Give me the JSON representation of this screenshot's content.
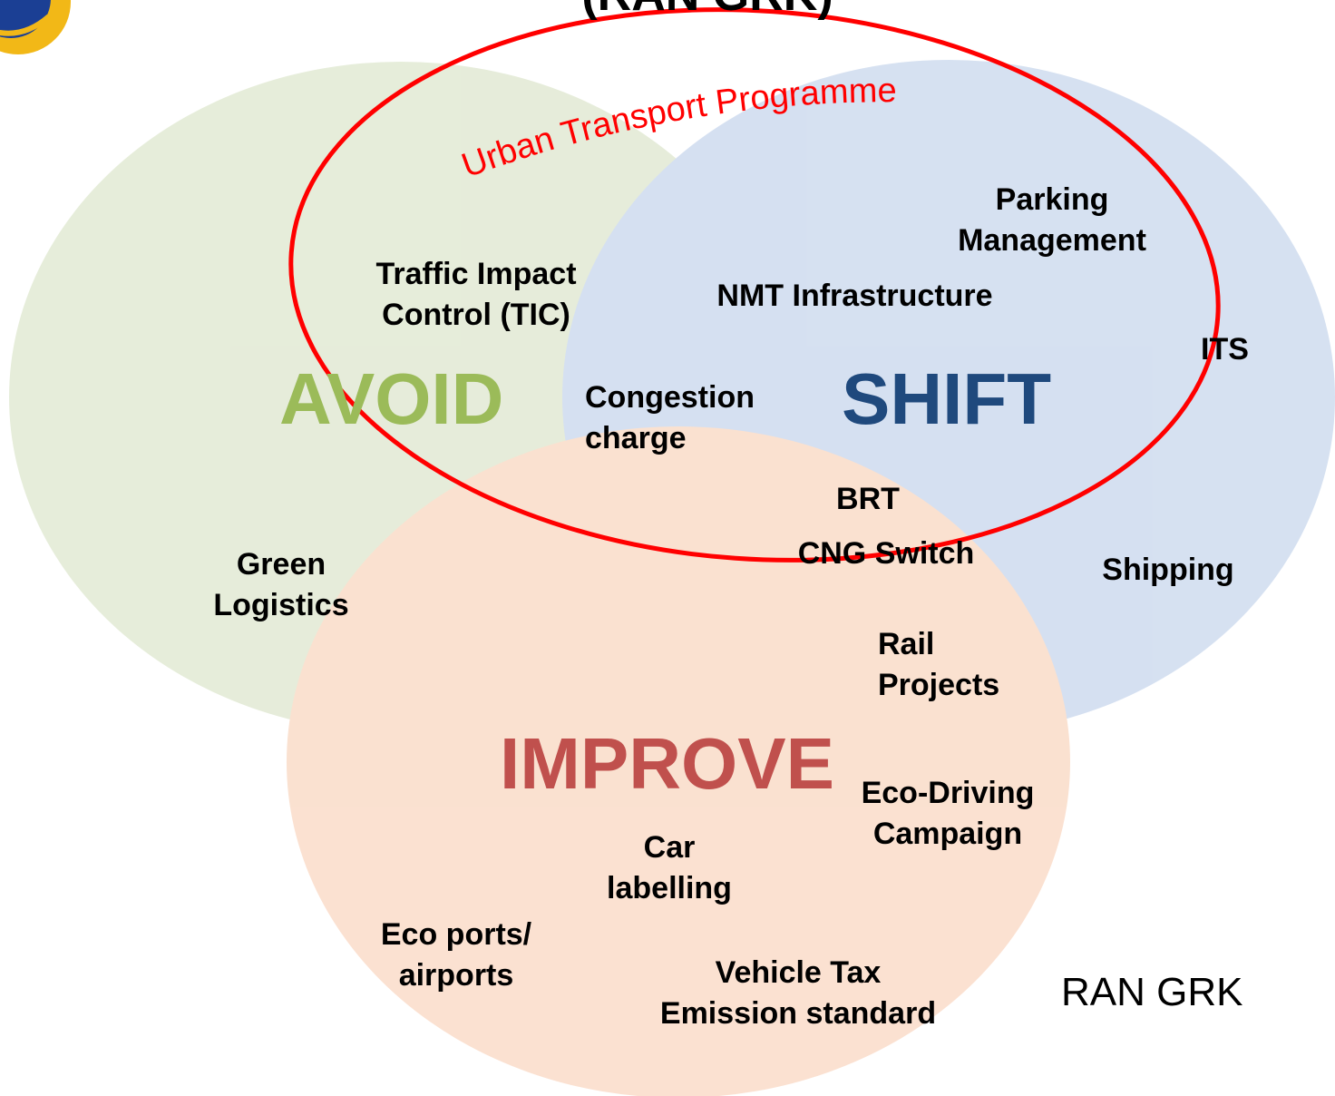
{
  "title_fragment": "(RAN GRK)",
  "colors": {
    "avoid": "#9BBB59",
    "shift": "#1F497D",
    "improve": "#C0504D",
    "highlight": "#FF0000",
    "avoid_fill": "#E4EAD6",
    "shift_fill": "#D7E2F1",
    "improve_fill": "#FBE0D0"
  },
  "categories": {
    "avoid": "AVOID",
    "shift": "SHIFT",
    "improve": "IMPROVE"
  },
  "highlight": {
    "label": "Urban Transport Programme"
  },
  "items": {
    "parking_management": "Parking\nManagement",
    "traffic_impact_control": "Traffic Impact\nControl (TIC)",
    "nmt_infrastructure": "NMT Infrastructure",
    "its": "ITS",
    "congestion_charge": "Congestion\ncharge",
    "brt": "BRT",
    "cng_switch": "CNG Switch",
    "green_logistics": "Green\nLogistics",
    "shipping": "Shipping",
    "rail_projects": "Rail\nProjects",
    "eco_driving_campaign": "Eco-Driving\nCampaign",
    "car_labelling": "Car\nlabelling",
    "eco_ports_airports": "Eco ports/\nairports",
    "vehicle_tax_emission_standard": "Vehicle Tax\nEmission standard"
  },
  "footer": {
    "source": "RAN GRK"
  },
  "logo": {
    "icon": "gear-logo-icon"
  }
}
